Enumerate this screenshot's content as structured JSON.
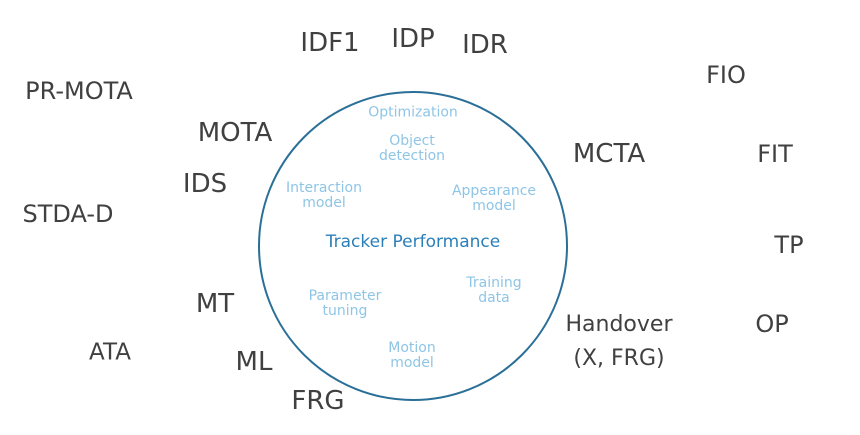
{
  "center": {
    "title": "Tracker Performance"
  },
  "factors": {
    "optimization": "Optimization",
    "object_detection": "Object\ndetection",
    "interaction_model": "Interaction\nmodel",
    "appearance_model": "Appearance\nmodel",
    "training_data": "Training\ndata",
    "parameter_tuning": "Parameter\ntuning",
    "motion_model": "Motion\nmodel"
  },
  "metrics": {
    "idf1": "IDF1",
    "idp": "IDP",
    "idr": "IDR",
    "fio": "FIO",
    "pr_mota": "PR-MOTA",
    "mota": "MOTA",
    "mcta": "MCTA",
    "fit": "FIT",
    "ids": "IDS",
    "stda_d": "STDA-D",
    "tp": "TP",
    "mt": "MT",
    "op": "OP",
    "ata": "ATA",
    "ml": "ML",
    "frg": "FRG",
    "handover_line1": "Handover",
    "handover_line2": "(X, FRG)"
  },
  "colors": {
    "ring": "#2a6f97",
    "center_text": "#2b7fb8",
    "factor_text": "#8ec5e6",
    "metric_text": "#404040"
  }
}
